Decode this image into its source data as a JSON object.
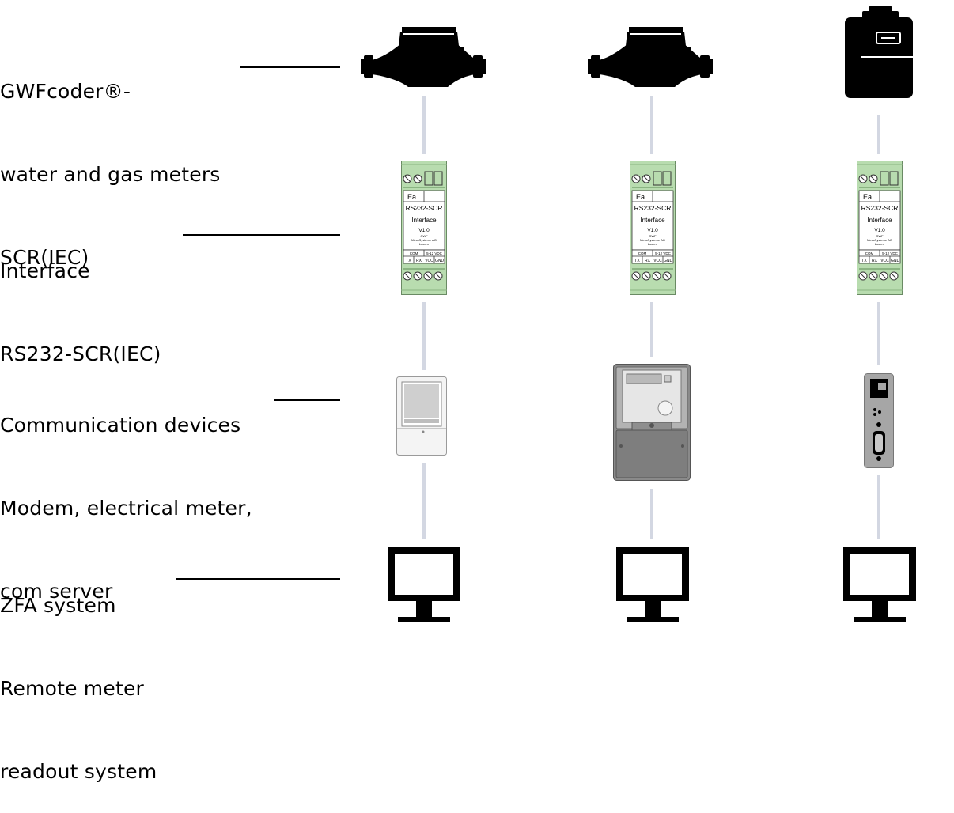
{
  "rows": [
    {
      "lines": [
        "GWFcoder®-",
        "water and gas meters",
        "SCR(IEC)"
      ]
    },
    {
      "lines": [
        "Interface",
        "RS232-SCR(IEC)"
      ]
    },
    {
      "lines": [
        "Communication devices",
        "Modem, electrical meter,",
        "com server"
      ]
    },
    {
      "lines": [
        "ZFA system",
        "Remote meter",
        "readout system"
      ]
    }
  ],
  "interface_module": {
    "top_label": "Ea",
    "model": "RS232-SCR",
    "title": "Interface",
    "version": "V1.0",
    "maker_1": "GWF",
    "maker_2": "MessSysteme AG",
    "maker_3": "Luzern",
    "com": "COM",
    "power": "5-12 VDC",
    "pins": [
      "TX",
      "RX",
      "VCC",
      "GND"
    ]
  },
  "colors": {
    "module_green": "#b8dcaf",
    "connector_line": "#d3d7e2",
    "device_black": "#000000",
    "meter_grey": "#8a8a8a"
  },
  "icons": [
    "water-meter-icon",
    "gas-meter-icon",
    "modem-icon",
    "electrical-meter-icon",
    "com-server-icon",
    "monitor-icon"
  ]
}
